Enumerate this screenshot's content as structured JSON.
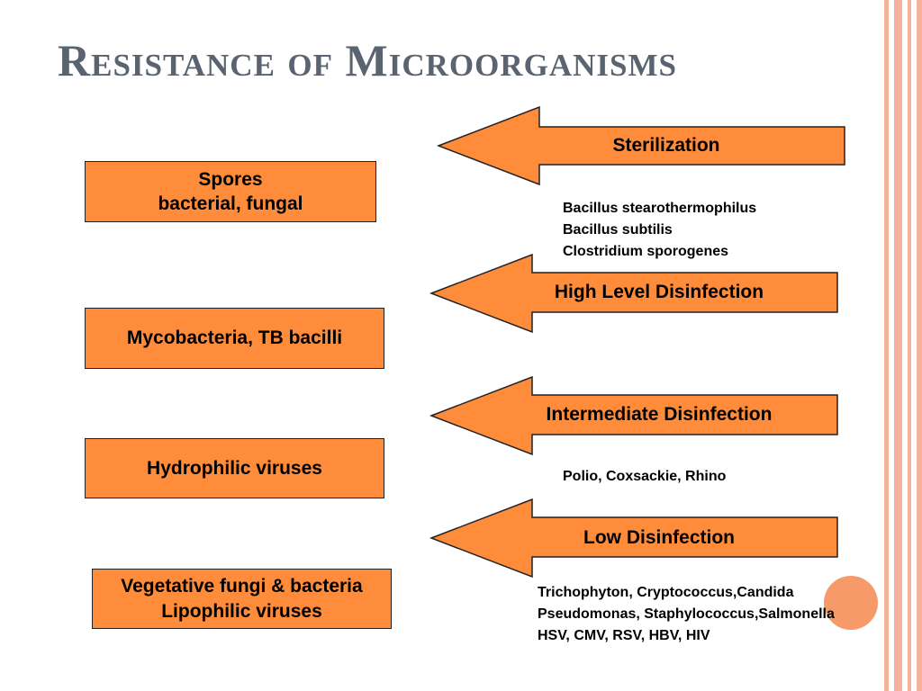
{
  "slide": {
    "title": "Resistance of Microorganisms",
    "colors": {
      "box_fill": "#ff8c3a",
      "border": "#222222",
      "title": "#5a6470",
      "stripe": "#f7b39a",
      "accent_circle": "#f79a6a"
    }
  },
  "organisms": [
    {
      "line1": "Spores",
      "line2": "bacterial, fungal"
    },
    {
      "line1": "Mycobacteria, TB bacilli",
      "line2": ""
    },
    {
      "line1": "Hydrophilic viruses",
      "line2": ""
    },
    {
      "line1": "Vegetative fungi & bacteria",
      "line2": "Lipophilic viruses"
    }
  ],
  "levels": [
    {
      "label": "Sterilization"
    },
    {
      "label": "High Level Disinfection"
    },
    {
      "label": "Intermediate Disinfection"
    },
    {
      "label": "Low Disinfection"
    }
  ],
  "examples": {
    "sterilization": [
      "Bacillus stearothermophilus",
      "Bacillus subtilis",
      "Clostridium sporogenes"
    ],
    "intermediate": [
      "Polio, Coxsackie, Rhino"
    ],
    "low": [
      "Trichophyton, Cryptococcus,Candida",
      "Pseudomonas, Staphylococcus,Salmonella",
      "HSV, CMV, RSV, HBV, HIV"
    ]
  }
}
